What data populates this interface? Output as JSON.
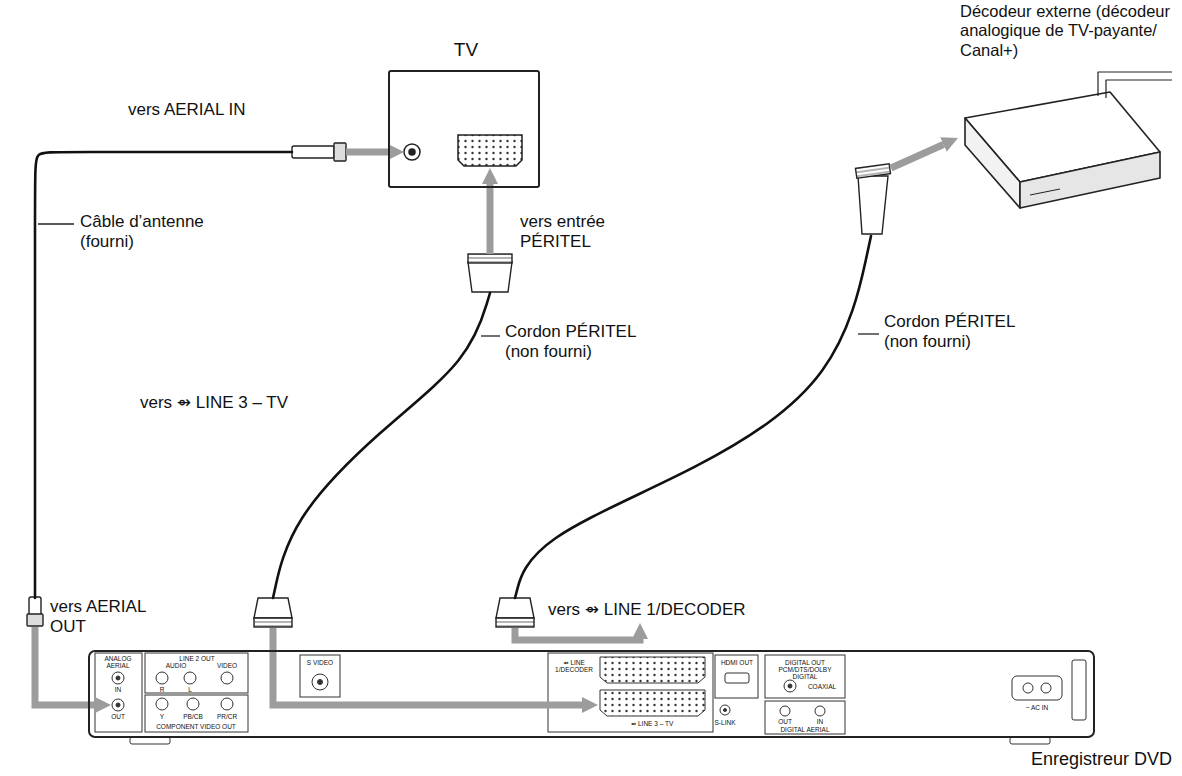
{
  "diagram": {
    "nodes": [
      {
        "text": [
          "TV"
        ]
      },
      {
        "text": [
          "Décodeur externe (décodeur analogique de TV-payante/ Canal+)"
        ]
      },
      {
        "text": [
          "Enregistreur DVD"
        ]
      }
    ],
    "edges": [
      {
        "from": 2,
        "to": 0,
        "arrow": "both",
        "label": "Câble d’antenne (fourni)"
      },
      {
        "from": 2,
        "to": 0,
        "arrow": "both",
        "label": "Cordon PÉRITEL (non fourni)"
      },
      {
        "from": 2,
        "to": 1,
        "arrow": "both",
        "label": "Cordon PÉRITEL (non fourni)"
      }
    ],
    "labels": [
      "vers AERIAL IN",
      "vers entrée PÉRITEL",
      "vers ⇴ LINE 3 – TV",
      "vers AERIAL OUT",
      "vers ⇴ LINE 1/DECODER",
      "ANALOG AERIAL",
      "IN",
      "OUT",
      "LINE 2 OUT",
      "AUDIO",
      "R",
      "L",
      "VIDEO",
      "Y",
      "PB/CB",
      "PR/CR",
      "COMPONENT VIDEO OUT",
      "S VIDEO",
      "⇴ LINE 1/DECODER",
      "⇴ LINE 3 – TV",
      "S-LINK",
      "HDMI OUT",
      "DIGITAL OUT",
      "PCM/DTS/DOLBY DIGITAL",
      "COAXIAL",
      "OUT",
      "IN",
      "DIGITAL AERIAL",
      "~ AC IN"
    ]
  }
}
